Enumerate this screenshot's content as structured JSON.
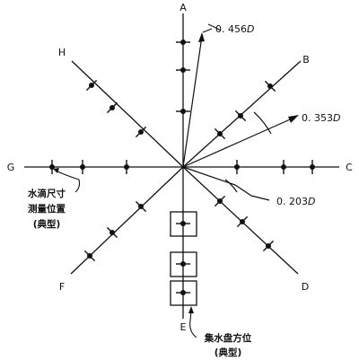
{
  "diagram": {
    "directions": {
      "a": "A",
      "b": "B",
      "c": "C",
      "d": "D",
      "e": "E",
      "f": "F",
      "g": "G",
      "h": "H"
    },
    "dimensions": {
      "d456": {
        "value": "0. 456",
        "unit": "D"
      },
      "d353": {
        "value": "0. 353",
        "unit": "D"
      },
      "d203": {
        "value": "0. 203",
        "unit": "D"
      }
    },
    "notes": {
      "drop_size_lines": [
        "水滴尺寸",
        "测量位置",
        "(典型)"
      ],
      "pan_lines": [
        "集水盘方位",
        "(典型)"
      ]
    }
  }
}
